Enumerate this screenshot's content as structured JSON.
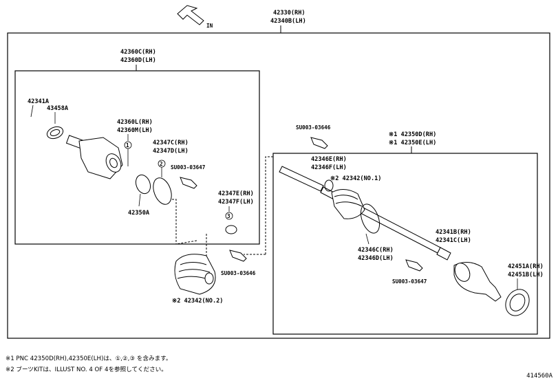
{
  "direction": "IN",
  "callouts": {
    "assy_rh": "42330(RH)",
    "assy_lh": "42340B(LH)",
    "inboard_rh": "42360C(RH)",
    "inboard_lh": "42360D(LH)",
    "snap": "42341A",
    "seal": "43458A",
    "inner_rh": "42360L(RH)",
    "inner_lh": "42360M(LH)",
    "clamp_c_rh": "42347C(RH)",
    "clamp_d_lh": "42347D(LH)",
    "grease_a": "SU003-03647",
    "ring": "42350A",
    "clamp_e_rh": "42347E(RH)",
    "clamp_f_lh": "42347F(LH)",
    "grease_b": "SU003-03646",
    "boot_inboard": "※2 42342(NO.2)",
    "grease_c": "SU003-03646",
    "outboard_rh": "※1 42350D(RH)",
    "outboard_lh": "※1 42350E(LH)",
    "clamp_e2_rh": "42346E(RH)",
    "clamp_f2_lh": "42346F(LH)",
    "boot_outboard": "※2 42342(NO.1)",
    "snap2_rh": "42341B(RH)",
    "snap2_lh": "42341C(LH)",
    "clamp_c2_rh": "42346C(RH)",
    "clamp_d2_lh": "42346D(LH)",
    "hub_rh": "42451A(RH)",
    "hub_lh": "42451B(LH)",
    "grease_d": "SU003-03647"
  },
  "markers": {
    "m1": "1",
    "m2": "2",
    "m3": "3"
  },
  "notes": {
    "note1": "※1 PNC 42350D(RH),42350E(LH)は、①,②,③ を含みます。",
    "note2": "※2 ブーツKITは、ILLUST NO. 4 OF 4を参照してください。"
  },
  "figure_id": "414560A"
}
